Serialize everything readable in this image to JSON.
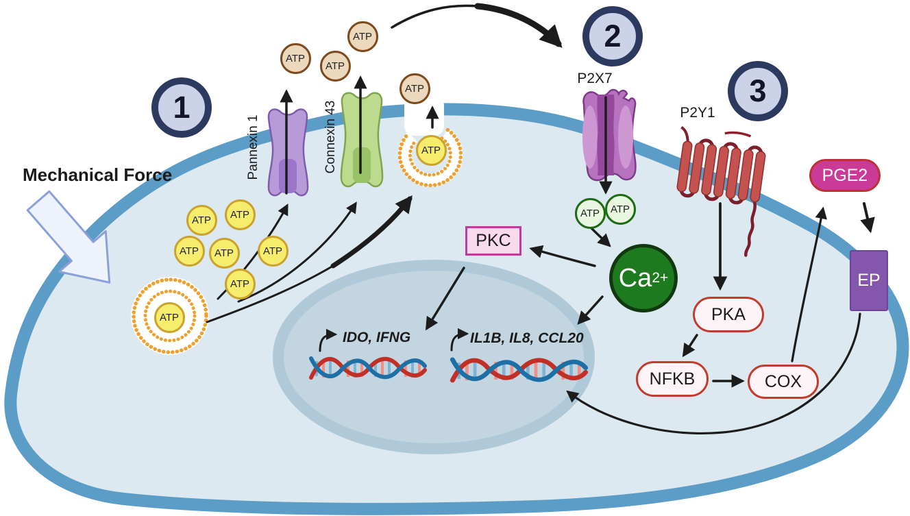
{
  "labels": {
    "mechanical_force": "Mechanical Force",
    "atp": "ATP"
  },
  "badges": {
    "one": "1",
    "two": "2",
    "three": "3"
  },
  "channels": {
    "pannexin": "Pannexin 1",
    "connexin": "Connexin 43"
  },
  "receptors": {
    "p2x7": "P2X7",
    "p2y1": "P2Y1",
    "ep": "EP"
  },
  "signaling": {
    "ca_base": "Ca",
    "ca_charge": "2+",
    "pkc": "PKC",
    "pka": "PKA",
    "nfkb": "NFKB",
    "cox": "COX",
    "pge2": "PGE2"
  },
  "genes": {
    "pkc_targets": "IDO, IFNG",
    "ca_targets": "IL1B, IL8, CCL20"
  },
  "colors": {
    "membrane_blue": "#5c9dc7",
    "cytoplasm": "#dde9f0",
    "nucleus": "#c2d5e1",
    "atp_tan": "#ecd9bd",
    "atp_yellow": "#f6ec6d",
    "atp_green": "#e9f7e1",
    "vesicle_orange": "#ef9f2e",
    "ca_green": "#1e7a1f",
    "pkc_pink": "#f9d9ec",
    "kinase_red_border": "#c23b2c",
    "pge2_magenta": "#ca3b98",
    "ep_purple": "#8457ac",
    "pannexin_purple": "#b89ad8",
    "connexin_green": "#bcdb8f",
    "p2x7_purple": "#b873c0",
    "p2y1_red": "#c4524e",
    "badge_navy": "#2d3a60",
    "arrow_black": "#1c1c1c"
  }
}
